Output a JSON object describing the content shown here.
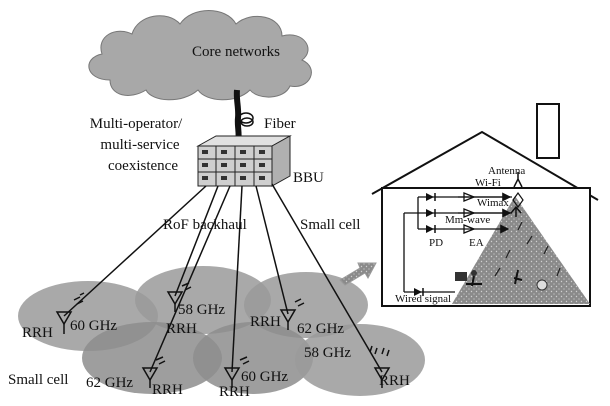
{
  "cloud": {
    "label": "Core networks"
  },
  "fiber": {
    "label": "Fiber"
  },
  "coexistence": {
    "line1": "Multi-operator/",
    "line2": "multi-service",
    "line3": "coexistence"
  },
  "bbu": {
    "label": "BBU"
  },
  "backhaul": {
    "label": "RoF backhaul"
  },
  "small_cell_left": {
    "label": "Small cell"
  },
  "small_cell_right": {
    "label": "Small cell"
  },
  "rrh_nodes": [
    {
      "rrh": "RRH",
      "freq": "60 GHz"
    },
    {
      "rrh": "RRH",
      "freq": "58 GHz"
    },
    {
      "rrh": "RRH",
      "freq": "62 GHz"
    },
    {
      "rrh": "RRH",
      "freq": "62 GHz"
    },
    {
      "rrh": "RRH",
      "freq": "60 GHz"
    },
    {
      "rrh": "RRH",
      "freq": "58 GHz"
    }
  ],
  "house": {
    "antenna": "Antenna",
    "wifi": "Wi-Fi",
    "wimax": "Wimax",
    "mmwave": "Mm-wave",
    "pd": "PD",
    "ea": "EA",
    "wired": "Wired signal"
  },
  "colors": {
    "cell": "#9a9a9a",
    "cloud": "#a8a8a8",
    "house_floor": "#8f8f8f"
  }
}
